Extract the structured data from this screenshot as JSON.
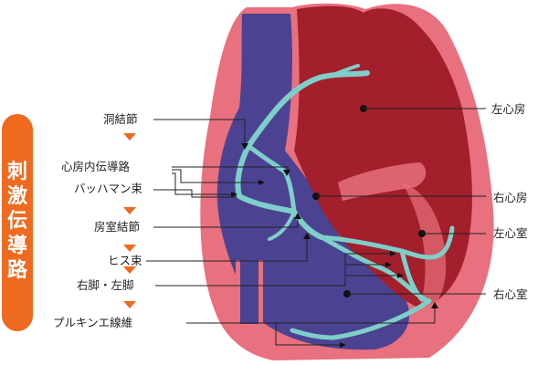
{
  "banner": {
    "label": "刺激伝導路",
    "chars": [
      "刺",
      "激",
      "伝",
      "導",
      "路"
    ]
  },
  "left_labels": [
    "洞結節",
    "心房内伝導路",
    "バッハマン束",
    "房室結節",
    "ヒス束",
    "右脚・左脚",
    "プルキンエ線維"
  ],
  "right_labels": [
    "左心房",
    "右心房",
    "左心室",
    "右心室"
  ],
  "colors": {
    "accent": "#ee6a1f",
    "left_heart": "#a31f2c",
    "right_heart": "#4b4391",
    "wall": "#e9707e",
    "conduction": "#7ecfc9"
  }
}
